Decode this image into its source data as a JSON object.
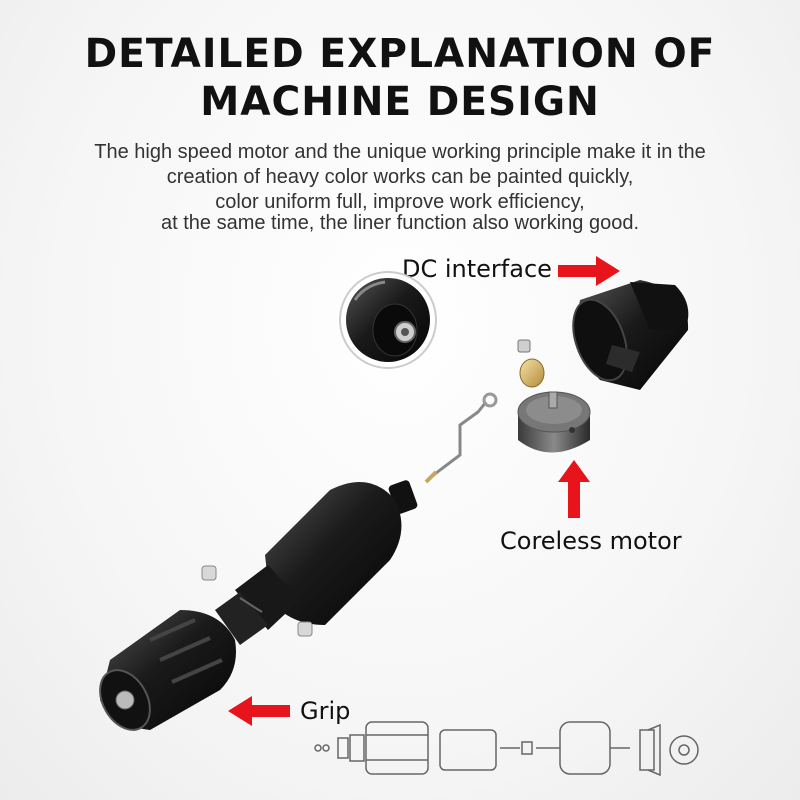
{
  "title": {
    "line1": "DETAILED EXPLANATION OF",
    "line2": "MACHINE DESIGN"
  },
  "description": [
    "The high speed motor and the unique working principle make it in the",
    "creation of heavy color works can be painted quickly,",
    "color uniform full, improve work efficiency,",
    "at the same time, the liner  function also working good."
  ],
  "labels": {
    "dc_interface": "DC interface",
    "coreless_motor": "Coreless motor",
    "grip": "Grip"
  },
  "colors": {
    "arrow": "#e8141b",
    "title": "#111111",
    "body_text": "#333333"
  },
  "icons": {
    "arrow_right": "arrow-right-icon",
    "arrow_up": "arrow-up-icon",
    "arrow_left": "arrow-left-icon"
  }
}
